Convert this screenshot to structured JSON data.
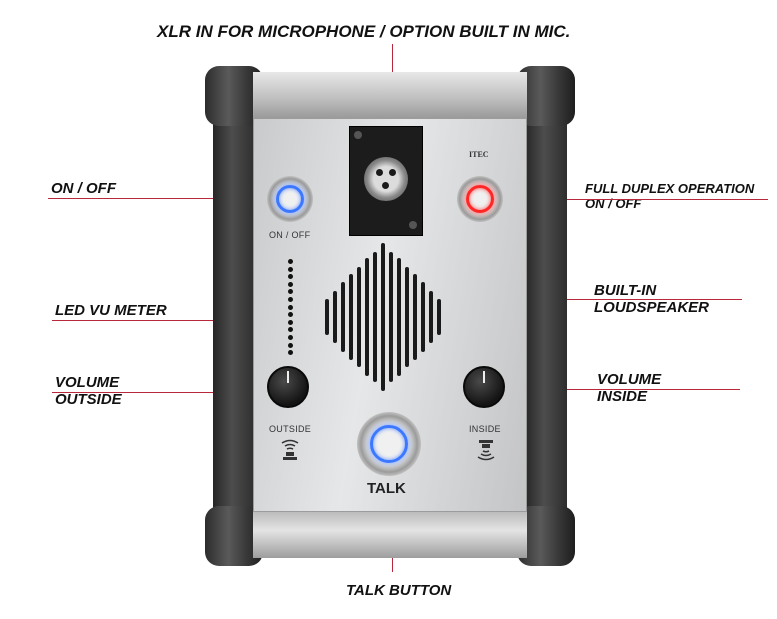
{
  "callouts": {
    "xlr": "XLR IN FOR MICROPHONE / OPTION  BUILT IN MIC.",
    "on_off": "ON / OFF",
    "full_duplex_1": "FULL DUPLEX OPERATION",
    "full_duplex_2": "ON / OFF",
    "led_vu": "LED VU METER",
    "builtin_1": "BUILT-IN",
    "builtin_2": "LOUDSPEAKER",
    "vol_out_1": "VOLUME",
    "vol_out_2": "OUTSIDE",
    "vol_in_1": "VOLUME",
    "vol_in_2": "INSIDE",
    "talk_button": "TALK BUTTON"
  },
  "panel": {
    "brand": "ITEC",
    "on_off_label": "ON / OFF",
    "outside_label": "OUTSIDE",
    "inside_label": "INSIDE",
    "talk_label": "TALK"
  },
  "icons": [
    "speaker-outside-icon",
    "speaker-inside-icon"
  ],
  "colors": {
    "power_led": "#3b78ff",
    "duplex_led": "#ff2626",
    "talk_led": "#3b78ff",
    "callout_line": "#b9283a"
  },
  "vu_led_count": 13,
  "speaker_slot_count": 15
}
